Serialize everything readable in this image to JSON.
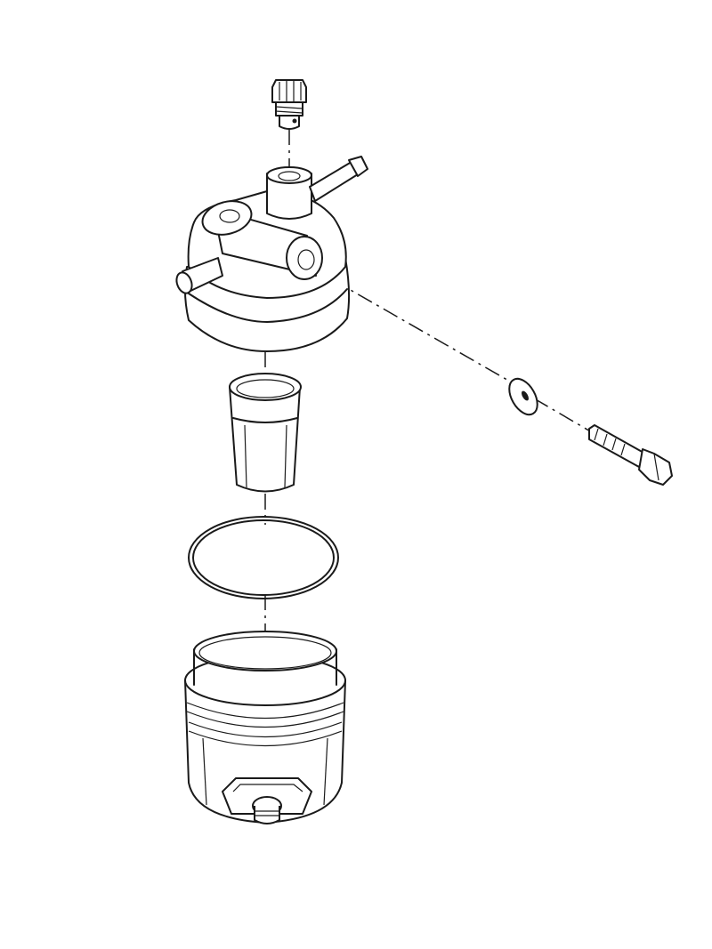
{
  "drawing": {
    "style": "exploded-view line drawing",
    "colors": {
      "line": "#1a1a1a",
      "background": "#ffffff"
    },
    "parts": [
      "relief-valve",
      "filter-head",
      "washer",
      "bolt",
      "filter-element",
      "o-ring",
      "bowl",
      "drain-plug"
    ]
  }
}
